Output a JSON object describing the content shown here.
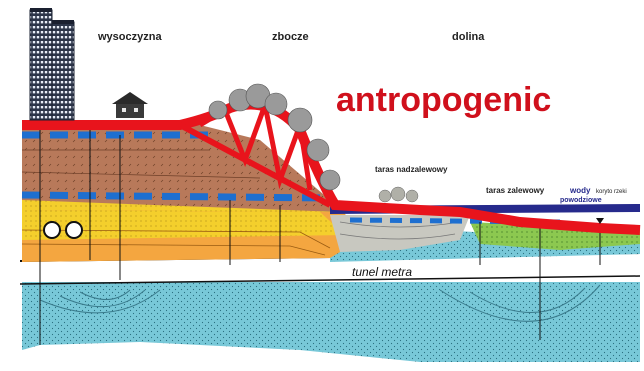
{
  "labels": {
    "highland": "wysoczyzna",
    "slope": "zbocze",
    "valley": "dolina",
    "anthropogenic": "antropogenic",
    "upper_terrace": "taras nadzalewowy",
    "floodplain_terrace": "taras zalewowy",
    "flood_waters_line1": "wody",
    "flood_waters_line2": "powodziowe",
    "river_bed": "koryto rzeki",
    "metro_tunnel": "tunel metra"
  },
  "colors": {
    "anthropogenic_layer": "#e8141c",
    "title_text": "#d0101c",
    "water_blue": "#1e6fd0",
    "flood_water": "#262a8c",
    "brown_soil": "#b8795a",
    "yellow_sand": "#f4cf2c",
    "orange_sand": "#f4a640",
    "green_alluvium": "#8cc850",
    "tertiary_clay": "#78c8d8",
    "tunnel_line": "#111111"
  },
  "icons": {
    "highrise": "highrise-building-icon",
    "house": "house-icon",
    "trees": "tree-cluster-icon",
    "water_level_marker": "water-level-triangle-icon"
  }
}
